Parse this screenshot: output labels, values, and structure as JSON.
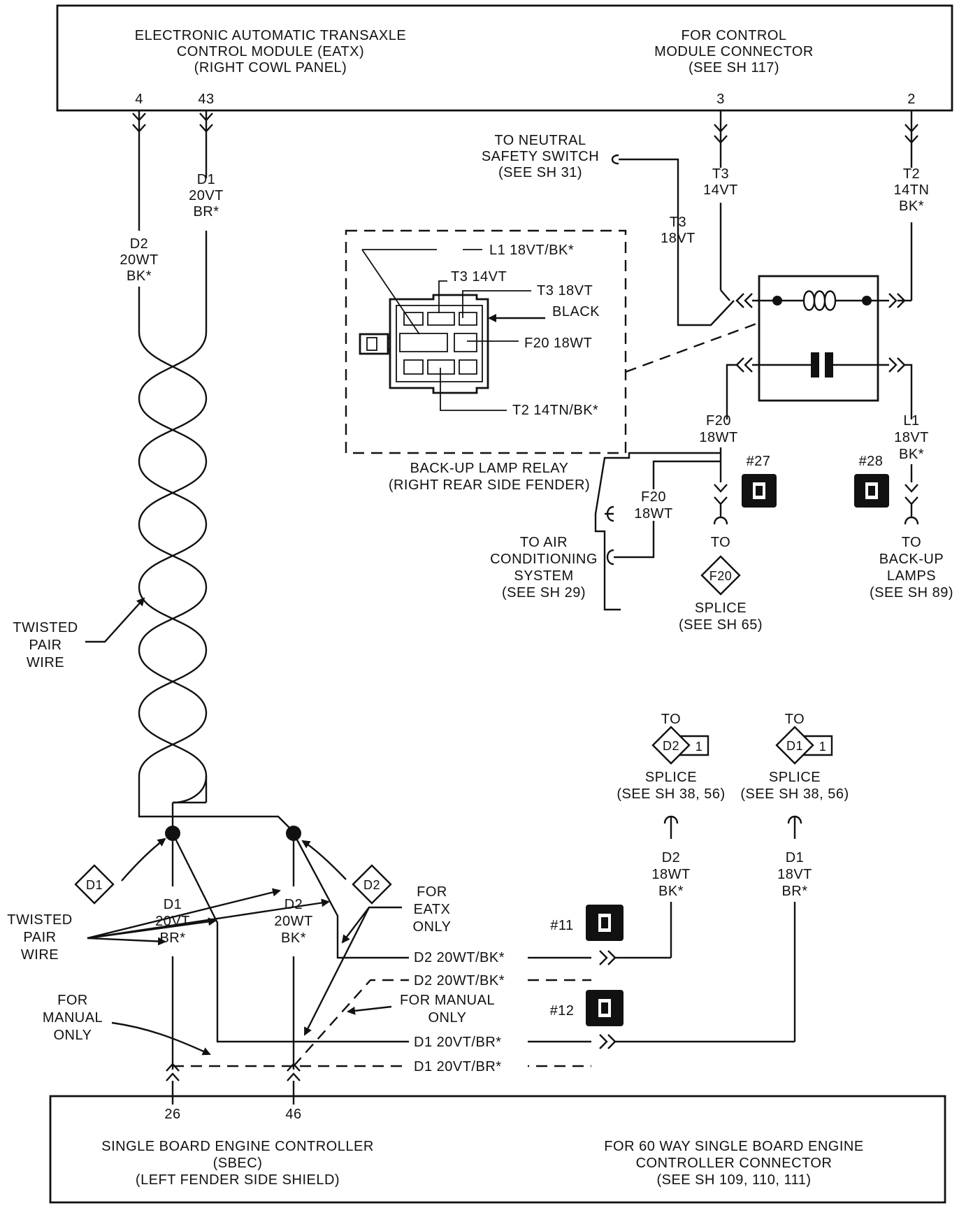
{
  "eatx": {
    "title_lines": [
      "ELECTRONIC AUTOMATIC TRANSAXLE",
      "CONTROL MODULE (EATX)",
      "(RIGHT COWL PANEL)"
    ],
    "connector_lines": [
      "FOR CONTROL",
      "MODULE CONNECTOR",
      "(SEE SH 117)"
    ],
    "pins": [
      "4",
      "43",
      "3",
      "2"
    ]
  },
  "sbec": {
    "title_lines": [
      "SINGLE BOARD ENGINE CONTROLLER",
      "(SBEC)",
      "(LEFT FENDER SIDE SHIELD)"
    ],
    "connector_lines": [
      "FOR 60 WAY SINGLE BOARD ENGINE",
      "CONTROLLER CONNECTOR",
      "(SEE SH 109, 110, 111)"
    ],
    "pins": [
      "26",
      "46"
    ]
  },
  "wires": {
    "d1_top": [
      "D1",
      "20VT",
      "BR*"
    ],
    "d2_top": [
      "D2",
      "20WT",
      "BK*"
    ],
    "t3_14": [
      "T3",
      "14VT"
    ],
    "t2_14": [
      "T2",
      "14TN",
      "BK*"
    ],
    "t3_18": [
      "T3",
      "18VT"
    ],
    "f20_relay": [
      "F20",
      "18WT"
    ],
    "l1_relay": [
      "L1",
      "18VT",
      "BK*"
    ],
    "f20_ac": [
      "F20",
      "18WT"
    ],
    "d1_bottom": [
      "D1",
      "20VT",
      "BR*"
    ],
    "d2_bottom": [
      "D2",
      "20WT",
      "BK*"
    ],
    "d2_splice_wire": [
      "D2",
      "18WT",
      "BK*"
    ],
    "d1_splice_wire": [
      "D1",
      "18VT",
      "BR*"
    ],
    "d2_solid": "D2 20WT/BK*",
    "d2_dashed": "D2 20WT/BK*",
    "d1_solid": "D1 20VT/BR*",
    "d1_dashed": "D1 20VT/BR*"
  },
  "relay": {
    "title_lines": [
      "BACK-UP LAMP RELAY",
      "(RIGHT REAR SIDE FENDER)"
    ],
    "callouts": {
      "l1": "L1 18VT/BK*",
      "t3_14": "T3 14VT",
      "t3_18": "T3 18VT",
      "black": "BLACK",
      "f20": "F20 18WT",
      "t2": "T2 14TN/BK*"
    }
  },
  "destinations": {
    "neutral": [
      "TO NEUTRAL",
      "SAFETY SWITCH",
      "(SEE SH 31)"
    ],
    "ac": [
      "TO AIR",
      "CONDITIONING",
      "SYSTEM",
      "(SEE SH 29)"
    ],
    "f20_to": "TO",
    "f20_splice": [
      "SPLICE",
      "(SEE SH 65)"
    ],
    "backup": [
      "TO",
      "BACK-UP",
      "LAMPS",
      "(SEE SH 89)"
    ],
    "d2_to": "TO",
    "d2_splice": [
      "SPLICE",
      "(SEE SH 38, 56)"
    ],
    "d1_to": "TO",
    "d1_splice": [
      "SPLICE",
      "(SEE SH 38, 56)"
    ]
  },
  "splice_symbols": {
    "f20": "F20",
    "d2": "D2",
    "d2_count": "1",
    "d1": "D1",
    "d1_count": "1",
    "left_d1": "D1",
    "left_d2": "D2"
  },
  "connector_ids": [
    "#27",
    "#28",
    "#11",
    "#12"
  ],
  "notes": {
    "twisted_upper": [
      "TWISTED",
      "PAIR",
      "WIRE"
    ],
    "twisted_lower": [
      "TWISTED",
      "PAIR",
      "WIRE"
    ],
    "eatx_only": [
      "FOR",
      "EATX",
      "ONLY"
    ],
    "manual_right": [
      "FOR MANUAL",
      "ONLY"
    ],
    "manual_left": [
      "FOR",
      "MANUAL",
      "ONLY"
    ]
  }
}
